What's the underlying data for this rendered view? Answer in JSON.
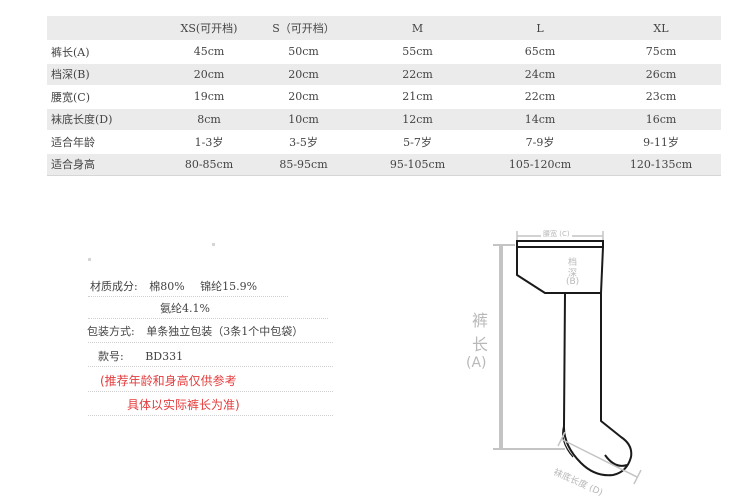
{
  "size_table": {
    "columns": [
      "",
      "XS(可开档)",
      "S（可开档）",
      "M",
      "L",
      "XL"
    ],
    "rows": [
      {
        "label": "裤长(A)",
        "values": [
          "45cm",
          "50cm",
          "55cm",
          "65cm",
          "75cm"
        ]
      },
      {
        "label": "档深(B)",
        "values": [
          "20cm",
          "20cm",
          "22cm",
          "24cm",
          "26cm"
        ]
      },
      {
        "label": "腰宽(C)",
        "values": [
          "19cm",
          "20cm",
          "21cm",
          "22cm",
          "23cm"
        ]
      },
      {
        "label": "袜底长度(D)",
        "values": [
          "8cm",
          "10cm",
          "12cm",
          "14cm",
          "16cm"
        ]
      },
      {
        "label": "适合年龄",
        "values": [
          "1-3岁",
          "3-5岁",
          "5-7岁",
          "7-9岁",
          "9-11岁"
        ]
      },
      {
        "label": "适合身高",
        "values": [
          "80-85cm",
          "85-95cm",
          "95-105cm",
          "105-120cm",
          "120-135cm"
        ]
      }
    ]
  },
  "product_info": {
    "material_label": "材质成分:",
    "material_1": "棉80%",
    "material_2": "锦纶15.9%",
    "material_3": "氨纶4.1%",
    "packaging_label": "包装方式:",
    "packaging_value": "单条独立包装（3条1个中包袋）",
    "model_label": "款号:",
    "model_value": "BD331",
    "note_line_1": "(推荐年龄和身高仅供参考",
    "note_line_2": "具体以实际裤长为准)"
  },
  "diagram": {
    "label_waist": "腰宽 (C)",
    "label_crotch_1": "档",
    "label_crotch_2": "深",
    "label_crotch_3": "(B)",
    "label_length_1": "裤",
    "label_length_2": "长",
    "label_length_3": "(A)",
    "label_sole": "袜底长度 (D)"
  },
  "colors": {
    "table_stripe": "#ebebeb",
    "note_red": "#e43c3c",
    "diagram_label": "#b8b8b8",
    "outline": "#1a1a1a"
  }
}
